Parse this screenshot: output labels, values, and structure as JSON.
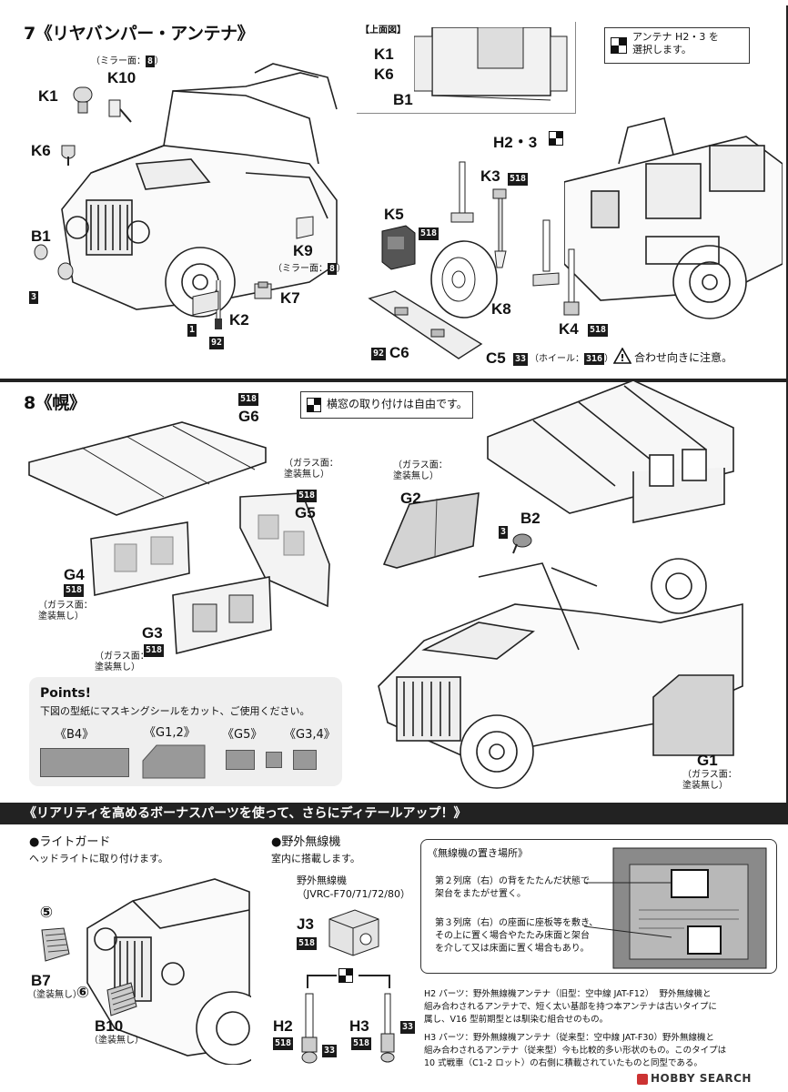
{
  "step7": {
    "title": "7《リヤバンパー・アンテナ》",
    "top_view_label": "【上面図】",
    "note": "アンテナ H2・3 を\n選択します。",
    "mirror1": "（ミラー面：",
    "mirror1_code": "8",
    "mirror2": "（ミラー面：",
    "mirror2_code": "8",
    "parts": {
      "k1": "K1",
      "k10": "K10",
      "k6": "K6",
      "b1": "B1",
      "k2": "K2",
      "k7": "K7",
      "k9": "K9",
      "top_k1": "K1",
      "top_k6": "K6",
      "top_b1": "B1",
      "h23": "H2・3",
      "k3": "K3",
      "k5": "K5",
      "k8": "K8",
      "k4": "K4",
      "c5": "C5",
      "c6": "C6"
    },
    "codes": {
      "c3": "3",
      "c1": "1",
      "c92a": "92",
      "k3": "518",
      "k5": "518",
      "k4": "518",
      "c33": "33",
      "wheel": "316",
      "c92b": "92"
    },
    "wheel_note_prefix": "（ホイール：",
    "wheel_note_suffix": "）",
    "caution": "合わせ向きに注意。"
  },
  "step8": {
    "title": "8《幌》",
    "note": "横窓の取り付けは自由です。",
    "parts": {
      "g6": "G6",
      "g5": "G5",
      "g4": "G4",
      "g3": "G3",
      "g2": "G2",
      "b2": "B2",
      "g1": "G1"
    },
    "codes": {
      "g6": "518",
      "g5": "518",
      "g4": "518",
      "g3": "518",
      "b2": "3"
    },
    "glass_g5": "（ガラス面：\n塗装無し）",
    "glass_g4": "（ガラス面：\n塗装無し）",
    "glass_g3": "（ガラス面：\n塗装無し）",
    "glass_g2": "（ガラス面：\n塗装無し）",
    "glass_g1": "（ガラス面：\n塗装無し）",
    "points_title": "Points!",
    "points_text": "下図の型紙にマスキングシールをカット、ご使用ください。",
    "mask_labels": [
      "《B4》",
      "《G1,2》",
      "《G5》",
      "《G3,4》"
    ]
  },
  "bonus": {
    "banner": "《リアリティを高めるボーナスパーツを使って、さらにディテールアップ！》",
    "lightguard_title": "●ライトガード",
    "lightguard_desc": "ヘッドライトに取り付けます。",
    "b7": "B7",
    "b7_note": "（塗装無し）",
    "b10": "B10",
    "b10_note": "（塗装無し）",
    "circ5": "⑤",
    "circ6": "⑥",
    "radio_title": "●野外無線機",
    "radio_desc": "室内に搭載します。",
    "radio_name": "野外無線機\n（JVRC-F70/71/72/80）",
    "j3": "J3",
    "j3_code": "518",
    "h2": "H2",
    "h2_code": "518",
    "h2_code2": "33",
    "h3": "H3",
    "h3_code": "518",
    "h3_code2": "33",
    "placement_title": "《無線機の置き場所》",
    "placement_1": "第２列席（右）の背をたたんだ状態で\n架台をまたがせ置く。",
    "placement_2": "第３列席（右）の座面に座板等を敷き、\nその上に置く場合やたたみ床面と架台\nを介して又は床面に置く場合もあり。",
    "h2_desc": "H2 パーツ：野外無線機アンテナ（旧型：空中線 JAT-F12）  野外無線機と\n組み合わされるアンテナで、短く太い基部を持つ本アンテナは古いタイプに\n属し、V16 型前期型とは馴染む組合せのもの。",
    "h3_desc": "H3 パーツ：野外無線機アンテナ（従来型：空中線 JAT-F30）野外無線機と\n組み合わされるアンテナ（従来型）今も比較的多い形状のもの。このタイプは\n10 式戦車（C1-2 ロット）の右側に積載されていたものと同型である。"
  },
  "watermark": "HOBBY SEARCH"
}
